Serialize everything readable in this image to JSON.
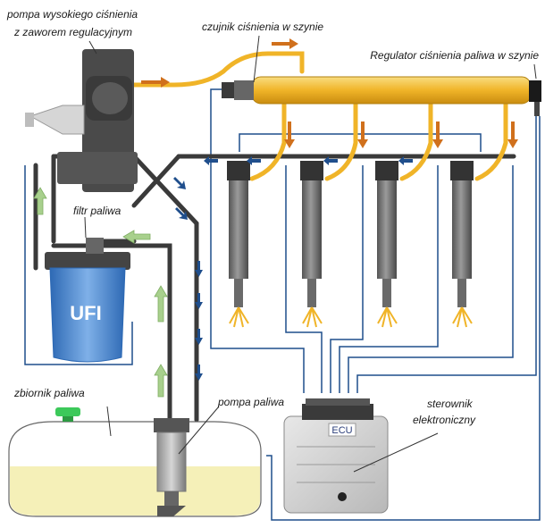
{
  "labels": {
    "hp_pump_line1": "pompa wysokiego ciśnienia",
    "hp_pump_line2": "z zaworem regulacyjnym",
    "rail_sensor": "czujnik ciśnienia w szynie",
    "pressure_regulator": "Regulator ciśnienia paliwa w szynie",
    "fuel_filter": "filtr paliwa",
    "filter_brand": "UFI",
    "fuel_tank": "zbiornik paliwa",
    "fuel_pump": "pompa paliwa",
    "ecu_line1": "sterownik",
    "ecu_line2": "elektroniczny",
    "ecu_badge": "ECU"
  },
  "colors": {
    "fuel_line": "#f0b428",
    "return_line": "#3a3a3a",
    "wire": "#1f4e8c",
    "arrow_flow": "#d0701c",
    "arrow_low": "#a8d08d",
    "arrow_return": "#1f4e8c",
    "filter_body": "#4a8ad0",
    "tank_fuel": "#f5f0b8"
  },
  "icons": [
    "high-pressure-pump-icon",
    "injector-icon",
    "ecu-icon",
    "fuel-filter-icon",
    "fuel-tank-icon",
    "fuel-pump-icon"
  ]
}
